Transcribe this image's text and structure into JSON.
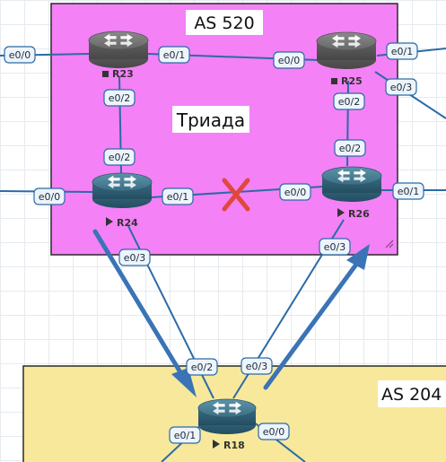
{
  "colors": {
    "as520_fill": "#f481f6",
    "as204_fill": "#f7e89b",
    "link": "#2c6aa6",
    "arrow": "#3a74b6",
    "failure": "#e0483e",
    "router_teal": "#3c7187",
    "router_gray": "#6a6a6a"
  },
  "areas": [
    {
      "id": "as520",
      "label": "AS 520"
    },
    {
      "id": "as204",
      "label": "AS 204"
    }
  ],
  "note": "Триада",
  "routers": [
    {
      "id": "R23",
      "label": "R23",
      "state": "stopped",
      "state_icon": "square-stop-icon"
    },
    {
      "id": "R25",
      "label": "R25",
      "state": "stopped",
      "state_icon": "square-stop-icon"
    },
    {
      "id": "R24",
      "label": "R24",
      "state": "running",
      "state_icon": "play-triangle-icon"
    },
    {
      "id": "R26",
      "label": "R26",
      "state": "running",
      "state_icon": "play-triangle-icon"
    },
    {
      "id": "R18",
      "label": "R18",
      "state": "running",
      "state_icon": "play-triangle-icon"
    }
  ],
  "links": [
    {
      "from": "edge-left-R23",
      "to": "R23",
      "from_iface": "",
      "to_iface": "e0/0"
    },
    {
      "from": "R23",
      "to": "R25",
      "from_iface": "e0/1",
      "to_iface": "e0/0"
    },
    {
      "from": "R25",
      "to": "edge-right-top",
      "from_iface": "e0/1",
      "to_iface": ""
    },
    {
      "from": "R25",
      "to": "edge-right-mid",
      "from_iface": "e0/3",
      "to_iface": ""
    },
    {
      "from": "R23",
      "to": "R24",
      "from_iface": "e0/2",
      "to_iface": "e0/2"
    },
    {
      "from": "R25",
      "to": "R26",
      "from_iface": "e0/2",
      "to_iface": "e0/2"
    },
    {
      "from": "edge-left-R24",
      "to": "R24",
      "from_iface": "",
      "to_iface": "e0/0"
    },
    {
      "from": "R24",
      "to": "R26",
      "from_iface": "e0/1",
      "to_iface": "e0/0",
      "failed": true
    },
    {
      "from": "R26",
      "to": "edge-right-R26",
      "from_iface": "e0/1",
      "to_iface": ""
    },
    {
      "from": "R24",
      "to": "R18",
      "from_iface": "e0/3",
      "to_iface": "e0/2"
    },
    {
      "from": "R26",
      "to": "R18",
      "from_iface": "e0/3",
      "to_iface": "e0/3"
    },
    {
      "from": "R18",
      "to": "edge-bottom-left",
      "from_iface": "e0/1",
      "to_iface": ""
    },
    {
      "from": "R18",
      "to": "edge-bottom-right",
      "from_iface": "e0/0",
      "to_iface": ""
    }
  ],
  "iface_labels": [
    "e0/0",
    "e0/1",
    "e0/0",
    "e0/1",
    "e0/3",
    "e0/2",
    "e0/2",
    "e0/2",
    "e0/2",
    "e0/0",
    "e0/1",
    "e0/0",
    "e0/1",
    "e0/3",
    "e0/3",
    "e0/2",
    "e0/3",
    "e0/1",
    "e0/0"
  ],
  "traffic_arrows": [
    {
      "from": "R24",
      "to": "R18"
    },
    {
      "from": "R18",
      "to": "R26"
    }
  ]
}
